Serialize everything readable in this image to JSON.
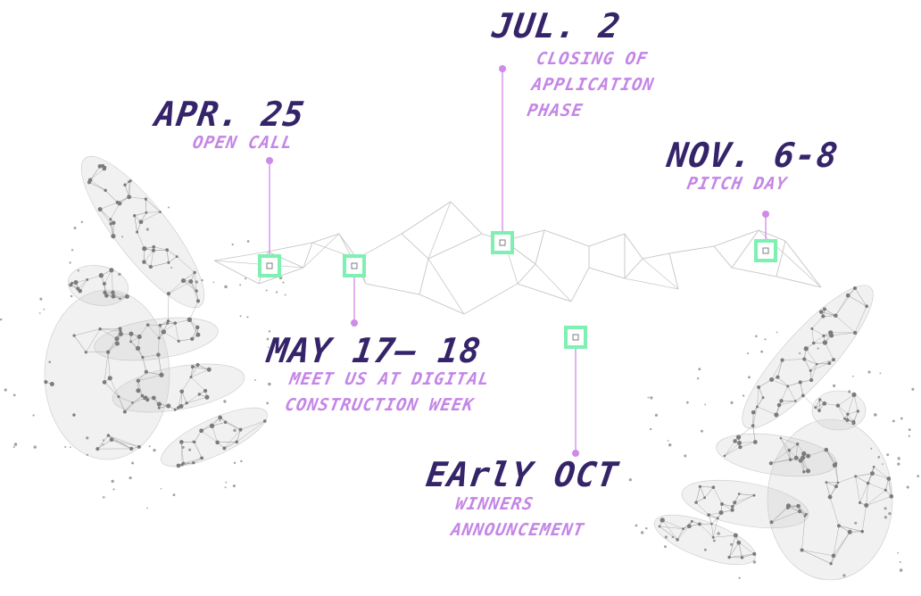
{
  "colors": {
    "date": "#352469",
    "label": "#c486e6",
    "connector": "#d08ae8",
    "milestone_marker": "#7df0b2",
    "network_line": "#c9c9c9",
    "hand_fill": "#bdbdbd",
    "hand_dot": "#7b7b7b"
  },
  "milestones": [
    {
      "date": "APR. 25",
      "label_lines": [
        "OPEN CALL"
      ]
    },
    {
      "date": "MAY 17– 18",
      "label_lines": [
        "MEET US AT DIGITAL",
        "CONSTRUCTION WEEK"
      ]
    },
    {
      "date": "JUL. 2",
      "label_lines": [
        "CLOSING OF",
        "APPLICATION",
        "PHASE"
      ]
    },
    {
      "date": "EArlY OCT",
      "label_lines": [
        "WINNERS",
        "ANNOUNCEMENT"
      ]
    },
    {
      "date": "NOV. 6-8",
      "label_lines": [
        "PITCH DAY"
      ]
    }
  ]
}
